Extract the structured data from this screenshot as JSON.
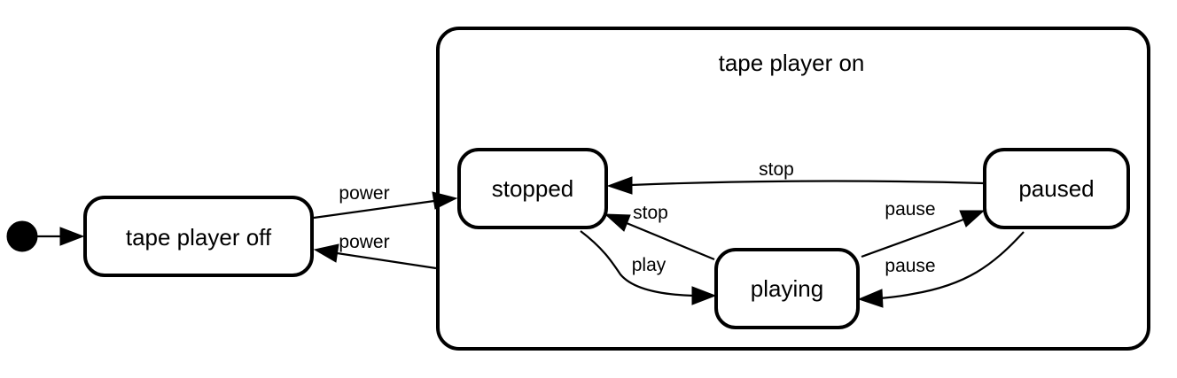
{
  "diagram": {
    "cluster": {
      "label": "tape player on"
    },
    "nodes": {
      "initial": {
        "label": ""
      },
      "off": {
        "label": "tape player off"
      },
      "stopped": {
        "label": "stopped"
      },
      "paused": {
        "label": "paused"
      },
      "playing": {
        "label": "playing"
      }
    },
    "edges": {
      "off_to_stopped": {
        "label": "power"
      },
      "on_to_off": {
        "label": "power"
      },
      "paused_to_stopped": {
        "label": "stop"
      },
      "playing_to_stopped": {
        "label": "stop"
      },
      "stopped_to_playing": {
        "label": "play"
      },
      "playing_to_paused": {
        "label": "pause"
      },
      "paused_to_playing": {
        "label": "pause"
      }
    },
    "colors": {
      "stroke": "#000000",
      "fill": "#ffffff"
    }
  }
}
